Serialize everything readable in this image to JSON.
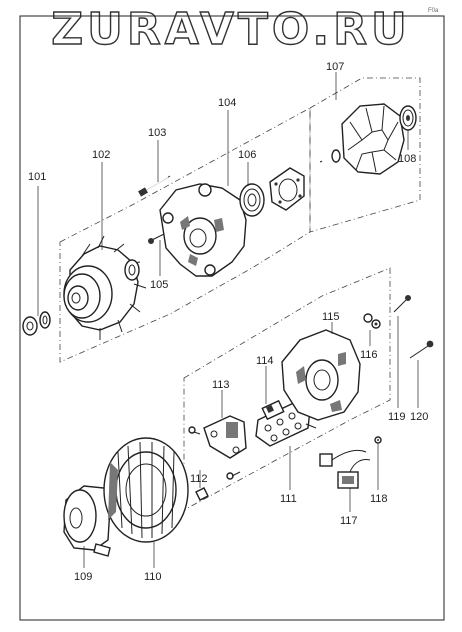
{
  "watermark": "ZURAVTO.RU",
  "corner_text": "F0a",
  "parts": {
    "p101": "101",
    "p102": "102",
    "p103": "103",
    "p104": "104",
    "p105": "105",
    "p106": "106",
    "p107": "107",
    "p108": "108",
    "p109": "109",
    "p110": "110",
    "p111": "111",
    "p112": "112",
    "p113": "113",
    "p114": "114",
    "p115": "115",
    "p116": "116",
    "p117": "117",
    "p118": "118",
    "p119": "119",
    "p120": "120"
  }
}
